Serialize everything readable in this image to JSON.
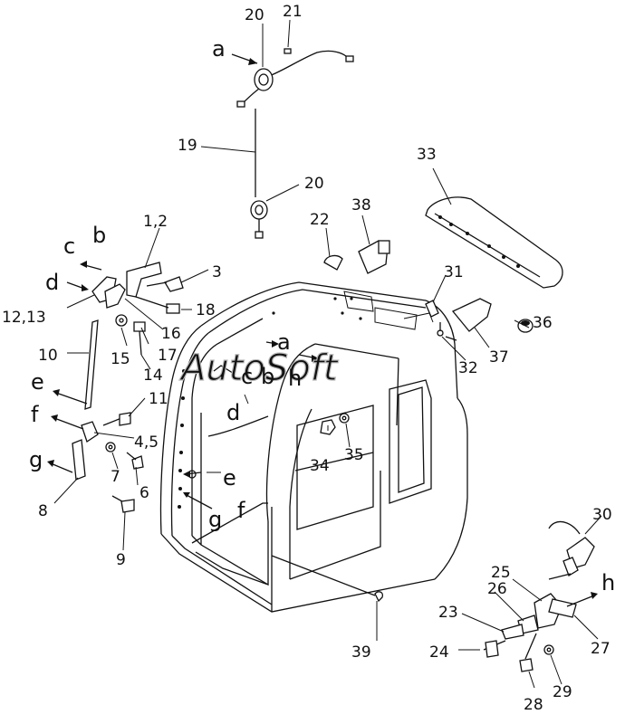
{
  "watermark": "AutoSoft",
  "callouts": {
    "n1_2": "1,2",
    "n3": "3",
    "n4_5": "4,5",
    "n6": "6",
    "n7": "7",
    "n8": "8",
    "n9": "9",
    "n10": "10",
    "n11": "11",
    "n12_13": "12,13",
    "n14": "14",
    "n15": "15",
    "n16": "16",
    "n17": "17",
    "n18": "18",
    "n19": "19",
    "n20_top": "20",
    "n20_low": "20",
    "n21": "21",
    "n22": "22",
    "n23": "23",
    "n24": "24",
    "n25": "25",
    "n26": "26",
    "n27": "27",
    "n28": "28",
    "n29": "29",
    "n30": "30",
    "n31": "31",
    "n32": "32",
    "n33": "33",
    "n34": "34",
    "n35": "35",
    "n36": "36",
    "n37": "37",
    "n38": "38",
    "n39": "39"
  },
  "refs": {
    "a_top": "a",
    "a_cab": "a",
    "b_left": "b",
    "b_cab": "b",
    "c_left": "c",
    "c_cab": "c",
    "d_left": "d",
    "d_cab": "d",
    "e_left": "e",
    "e_cab": "e",
    "f_left": "f",
    "f_cab": "f",
    "g_left": "g",
    "g_cab": "g",
    "h_cab": "h",
    "h_right": "h"
  }
}
